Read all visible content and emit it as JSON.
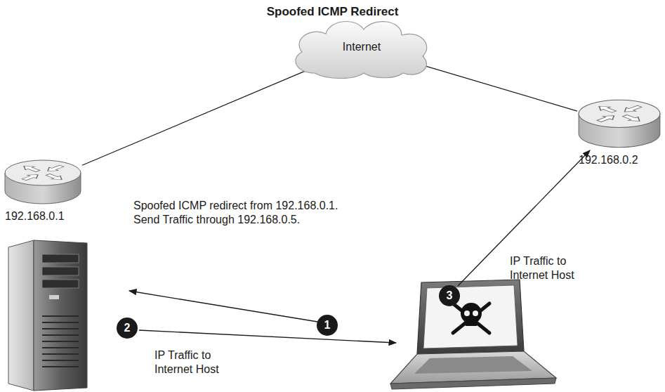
{
  "diagram": {
    "title": "Spoofed ICMP Redirect",
    "nodes": [
      {
        "text": [
          "Internet"
        ]
      },
      {
        "text": [
          "192.168.0.1"
        ]
      },
      {
        "text": [
          "192.168.0.2"
        ]
      }
    ],
    "edges": [
      {
        "from": 0,
        "to": 1,
        "arrow": "none"
      },
      {
        "from": 0,
        "to": 2,
        "arrow": "none"
      }
    ],
    "labels": [
      "Spoofed ICMP redirect from 192.168.0.1. Send Traffic through 192.168.0.5.",
      "3",
      "IP Traffic to Internet Host",
      "1",
      "2",
      "IP Traffic to Internet Host"
    ]
  }
}
